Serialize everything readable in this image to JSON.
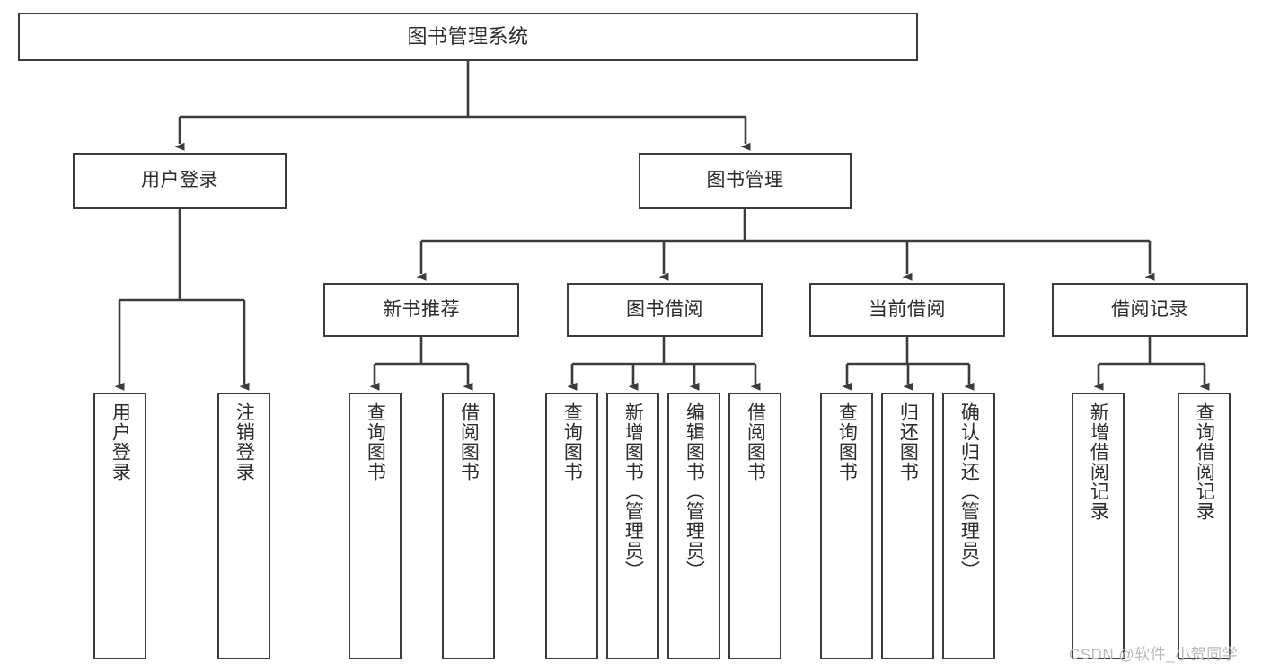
{
  "diagram": {
    "title": "图书管理系统",
    "type": "functional-structure-tree",
    "watermark": "CSDN @软件_小贺同学",
    "line_color": "#3c3c3c",
    "box_fill": "#ffffff",
    "text_color": "#2b2b2b",
    "watermark_color": "#b9b9b9"
  },
  "nodes": {
    "root": {
      "label": "图书管理系统"
    },
    "level2": [
      {
        "id": "user_login",
        "label": "用户登录"
      },
      {
        "id": "book_manage",
        "label": "图书管理"
      }
    ],
    "level3": [
      {
        "id": "new_book_rec",
        "label": "新书推荐"
      },
      {
        "id": "book_borrow",
        "label": "图书借阅"
      },
      {
        "id": "current_borrow",
        "label": "当前借阅"
      },
      {
        "id": "borrow_record",
        "label": "借阅记录"
      }
    ],
    "leaves": {
      "user_login": [
        {
          "id": "leaf_user_login",
          "label": "用户登录"
        },
        {
          "id": "leaf_logout",
          "label": "注销登录"
        }
      ],
      "new_book_rec": [
        {
          "id": "leaf_query_book_1",
          "label": "查询图书"
        },
        {
          "id": "leaf_borrow_book_1",
          "label": "借阅图书"
        }
      ],
      "book_borrow": [
        {
          "id": "leaf_query_book_2",
          "label": "查询图书"
        },
        {
          "id": "leaf_add_book",
          "label": "新增图书（管理员）"
        },
        {
          "id": "leaf_edit_book",
          "label": "编辑图书（管理员）"
        },
        {
          "id": "leaf_borrow_book_2",
          "label": "借阅图书"
        }
      ],
      "current_borrow": [
        {
          "id": "leaf_query_book_3",
          "label": "查询图书"
        },
        {
          "id": "leaf_return_book",
          "label": "归还图书"
        },
        {
          "id": "leaf_confirm_return",
          "label": "确认归还（管理员）"
        }
      ],
      "borrow_record": [
        {
          "id": "leaf_add_record",
          "label": "新增借阅记录"
        },
        {
          "id": "leaf_query_record",
          "label": "查询借阅记录"
        }
      ]
    }
  }
}
